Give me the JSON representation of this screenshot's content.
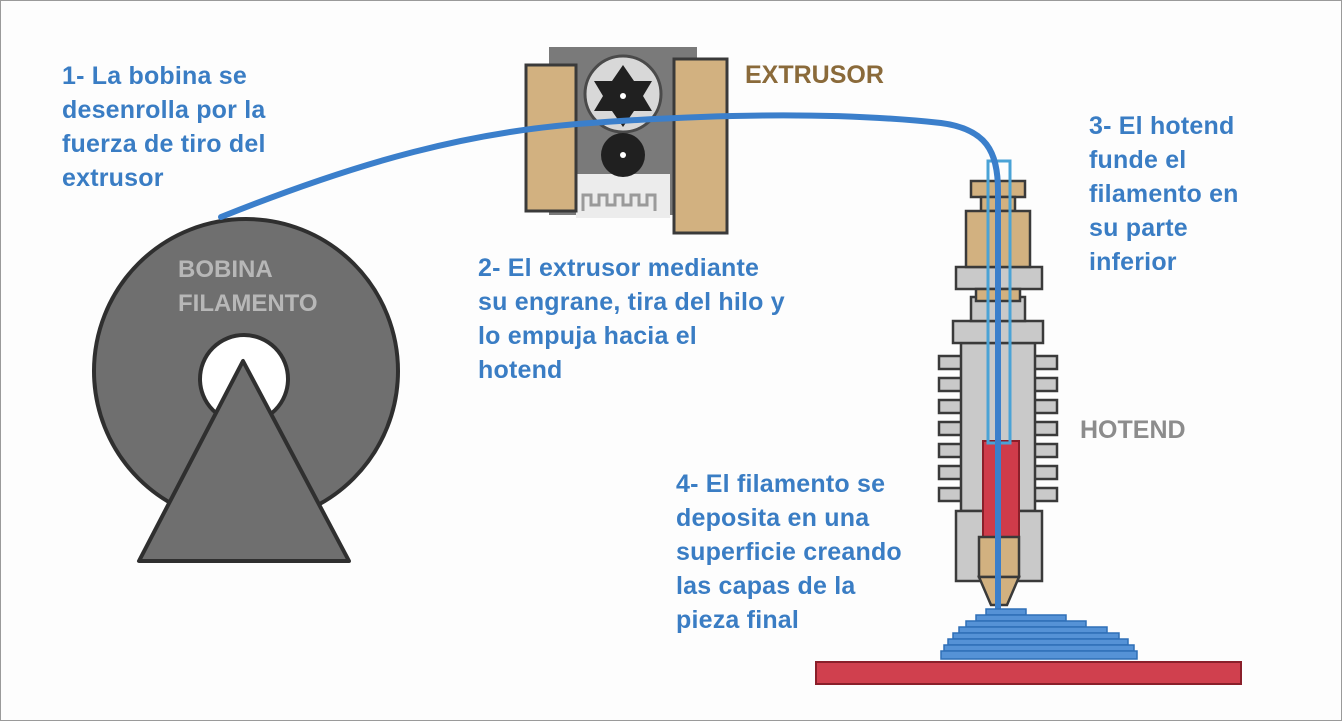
{
  "labels": {
    "extruder": "EXTRUSOR",
    "hotend": "HOTEND",
    "spool": [
      "BOBINA",
      "FILAMENTO"
    ]
  },
  "steps": [
    [
      "1- La bobina se",
      "desenrolla por la",
      "fuerza de tiro del",
      "extrusor"
    ],
    [
      "2- El extrusor mediante",
      "su engrane, tira del hilo y",
      "lo empuja hacia el",
      "hotend"
    ],
    [
      "3- El hotend",
      "funde el",
      "filamento en",
      "su parte",
      "inferior"
    ],
    [
      "4- El filamento se",
      "deposita en una",
      "superficie creando",
      "las capas de la",
      "pieza final"
    ]
  ],
  "colors": {
    "step_text": "#3a7dc4",
    "filament": "#3b7fcb",
    "spool": "#6f6f6f",
    "spool_label": "#b7b7b7",
    "extruder_label": "#8a6a3a",
    "hotend_label": "#8c8c8c",
    "brass": "#d2b180",
    "heater": "#cf3b4a",
    "bed": "#d0404e",
    "heatsink": "#c9c9c9",
    "print_layers": "#5592d6"
  }
}
